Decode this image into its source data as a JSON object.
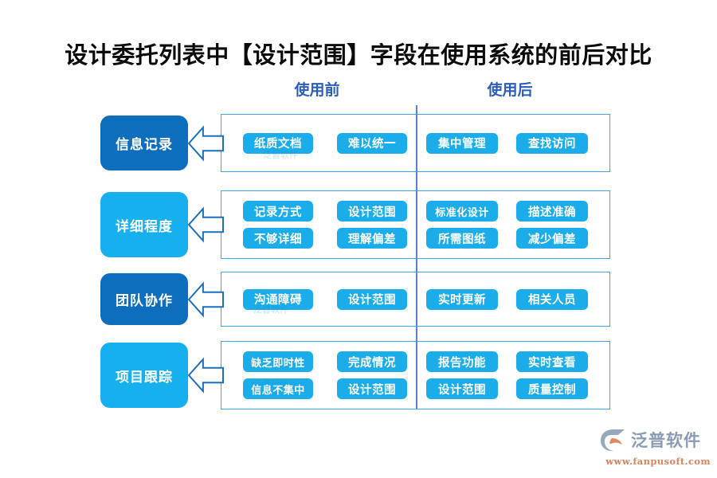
{
  "page": {
    "title": "设计委托列表中【设计范围】字段在使用系统的前后对比",
    "background": "#ffffff",
    "accent_dark": "#0d6ebd",
    "accent_light": "#17b0ef",
    "pill_color": "#1aade9",
    "border_color": "#3aa7e8",
    "divider_color": "#5c7fd0",
    "subtitle_color": "#2b5eb8"
  },
  "columns": {
    "before_label": "使用前",
    "after_label": "使用后"
  },
  "rows": [
    {
      "category": "信息记录",
      "chip_style": "dark",
      "before": [
        [
          "纸质文档",
          "难以统一"
        ]
      ],
      "after": [
        [
          "集中管理",
          "查找访问"
        ]
      ]
    },
    {
      "category": "详细程度",
      "chip_style": "light",
      "before": [
        [
          "记录方式",
          "设计范围"
        ],
        [
          "不够详细",
          "理解偏差"
        ]
      ],
      "after": [
        [
          "标准化设计",
          "描述准确"
        ],
        [
          "所需图纸",
          "减少偏差"
        ]
      ]
    },
    {
      "category": "团队协作",
      "chip_style": "dark",
      "before": [
        [
          "沟通障碍",
          "设计范围"
        ]
      ],
      "after": [
        [
          "实时更新",
          "相关人员"
        ]
      ]
    },
    {
      "category": "项目跟踪",
      "chip_style": "light",
      "before": [
        [
          "缺乏即时性",
          "完成情况"
        ],
        [
          "信息不集中",
          "设计范围"
        ]
      ],
      "after": [
        [
          "报告功能",
          "实时查看"
        ],
        [
          "设计范围",
          "质量控制"
        ]
      ]
    }
  ],
  "logo": {
    "name": "泛普软件",
    "url": "www.fanpusoft.com"
  },
  "watermark": {
    "text": "泛普软件"
  }
}
